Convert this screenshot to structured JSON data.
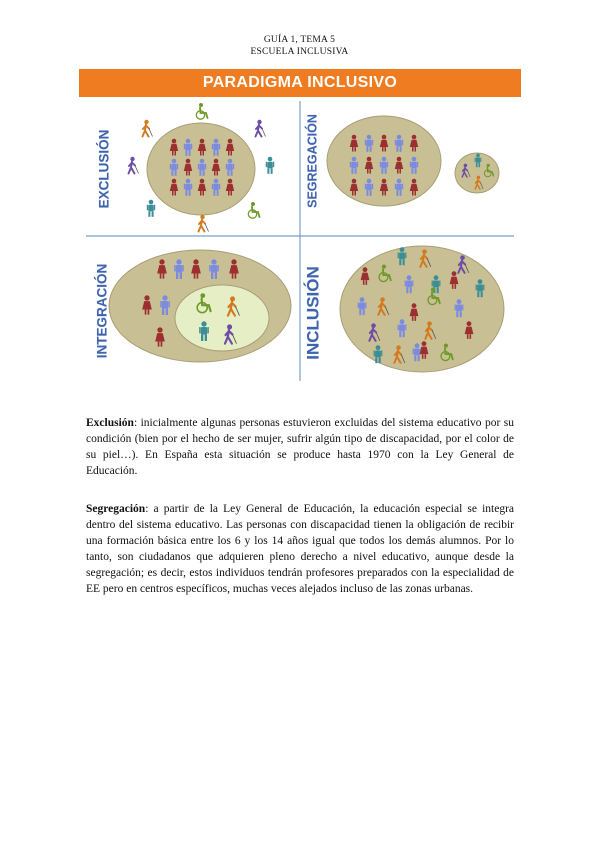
{
  "header": {
    "line1": "GUÍA 1, TEMA 5",
    "line2": "ESCUELA INCLUSIVA"
  },
  "banner": {
    "title": "PARADIGMA INCLUSIVO"
  },
  "diagram": {
    "labels": {
      "exclusion": "EXCLUSIÓN",
      "segregacion": "SEGREGACIÓN",
      "integracion": "INTEGRACIÓN",
      "inclusion": "INCLUSIÓN"
    },
    "colors": {
      "label_blue": "#3f64ae",
      "circle_fill": "#c9bf95",
      "circle_stroke": "#a89e74",
      "inner_fill": "#e6eec6",
      "divider": "#7c9ec8",
      "female": "#9c2f2f",
      "male": "#7a8be0",
      "teal": "#3b8e95",
      "wheelchair": "#6f9a2a",
      "blind": "#d47a1e",
      "purple": "#6e4da6"
    }
  },
  "paragraphs": [
    {
      "term": "Exclusión",
      "text": ": inicialmente algunas personas estuvieron excluidas del sistema educativo por su condición (bien por el hecho de ser mujer, sufrir algún tipo de discapacidad, por el color de su piel…). En España esta situación se produce hasta 1970 con la Ley General de Educación."
    },
    {
      "term": "Segregación",
      "text": ": a partir de la Ley General de Educación, la educación especial se integra dentro del sistema educativo. Las personas con discapacidad tienen la obligación de recibir una formación básica entre los 6 y los 14 años igual que todos los demás alumnos. Por lo tanto, son ciudadanos que adquieren pleno derecho a nivel educativo, aunque desde la segregación; es decir, estos individuos tendrán profesores preparados con la especialidad de EE pero en centros específicos, muchas veces alejados incluso de las zonas urbanas."
    }
  ]
}
